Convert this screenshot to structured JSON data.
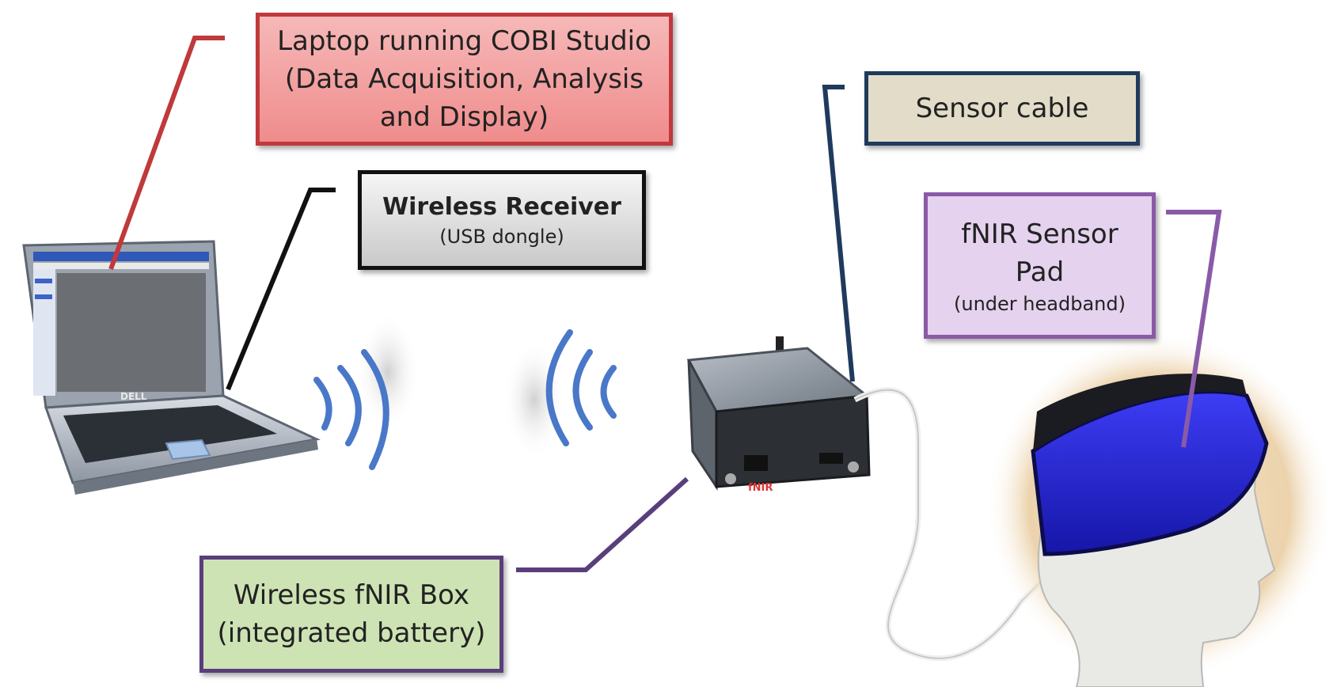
{
  "labels": {
    "laptop": {
      "lines": [
        "Laptop running COBI Studio",
        "(Data Acquisition, Analysis",
        "and Display)"
      ]
    },
    "receiver": {
      "title": "Wireless Receiver",
      "subtitle": "(USB dongle)"
    },
    "sensor_cable": {
      "title": "Sensor cable"
    },
    "sensor_pad": {
      "line1": "fNIR Sensor",
      "line2": "Pad",
      "subtitle": "(under headband)"
    },
    "fnir_box": {
      "line1": "Wireless fNIR Box",
      "line2": "(integrated battery)"
    }
  },
  "devices": {
    "laptop_brand": "DELL",
    "box_brand": "fNIR"
  },
  "colors": {
    "laptop_leader": "#c0393b",
    "receiver_leader": "#111111",
    "cable_leader": "#1f3a5c",
    "pad_leader": "#8a5aa8",
    "box_leader": "#5a3e7c",
    "wave": "#4a78c8",
    "headband": "#2a2ae0"
  }
}
